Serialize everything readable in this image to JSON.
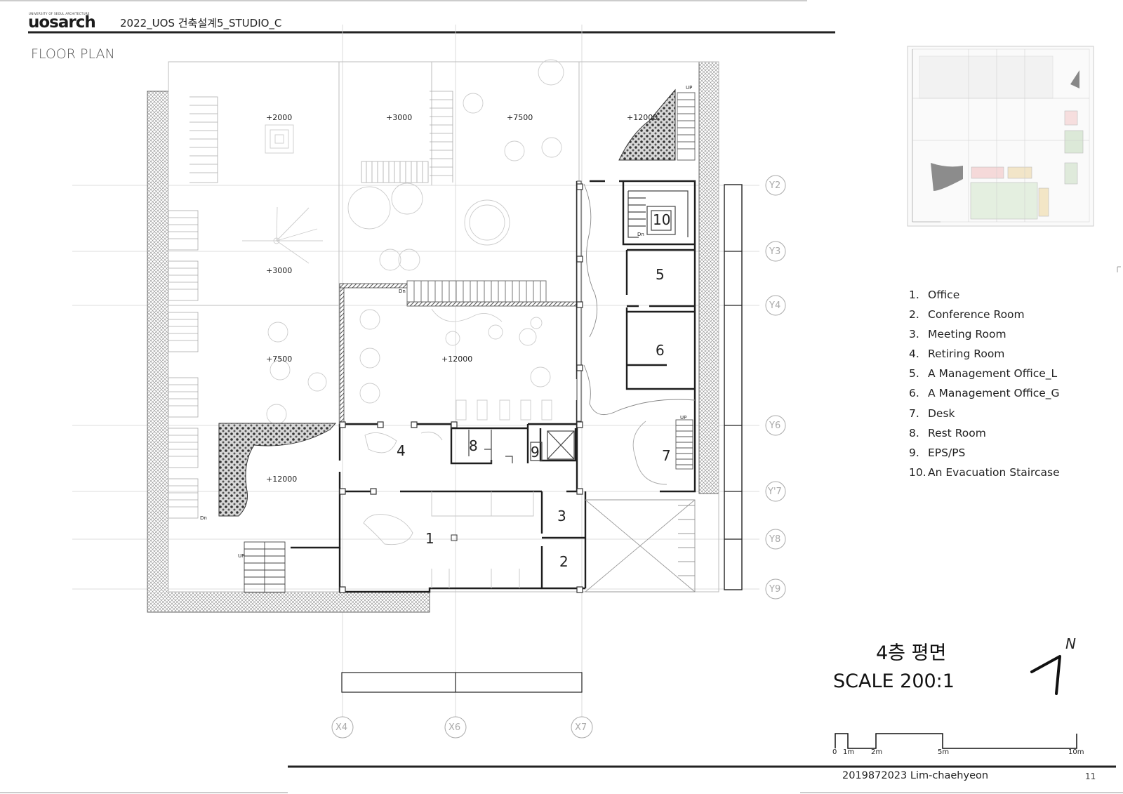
{
  "header": {
    "logo_small": "UNIVERSITY OF SEOUL ARCHITECTURE",
    "logo": "uosarch",
    "course": "2022_UOS 건축설계5_STUDIO_C",
    "section_title": "FLOOR PLAN"
  },
  "plan": {
    "levels": [
      "+2000",
      "+3000",
      "+7500",
      "+12000",
      "+3000",
      "+7500",
      "+12000",
      "+12000"
    ],
    "room_numbers": [
      "1",
      "2",
      "3",
      "4",
      "5",
      "6",
      "7",
      "8",
      "9",
      "10"
    ],
    "small_labels": {
      "up": "UP",
      "dn": "Dn"
    },
    "grid_y": [
      "Y2",
      "Y3",
      "Y4",
      "Y6",
      "Y'7",
      "Y8",
      "Y9"
    ],
    "grid_x": [
      "X4",
      "X6",
      "X7"
    ]
  },
  "legend": [
    {
      "num": "1.",
      "label": "Office"
    },
    {
      "num": "2.",
      "label": "Conference Room"
    },
    {
      "num": "3.",
      "label": "Meeting Room"
    },
    {
      "num": "4.",
      "label": "Retiring Room"
    },
    {
      "num": "5.",
      "label": "A Management Office_L"
    },
    {
      "num": "6.",
      "label": "A Management Office_G"
    },
    {
      "num": "7.",
      "label": "Desk"
    },
    {
      "num": "8.",
      "label": "Rest Room"
    },
    {
      "num": "9.",
      "label": "EPS/PS"
    },
    {
      "num": "10.",
      "label": "An Evacuation Staircase"
    }
  ],
  "drawing": {
    "title_ko": "4층 평면",
    "scale": "SCALE 200:1",
    "north": "N",
    "scale_bar_labels": [
      "0",
      "1m",
      "2m",
      "5m",
      "10m"
    ]
  },
  "footer": {
    "student": "2019872023 Lim-chaehyeon",
    "page": "11"
  },
  "colors": {
    "line": "#1e1e1e",
    "grid": "#c8c8c8",
    "landscape": "#cfcfcf",
    "hatch": "#333333"
  }
}
